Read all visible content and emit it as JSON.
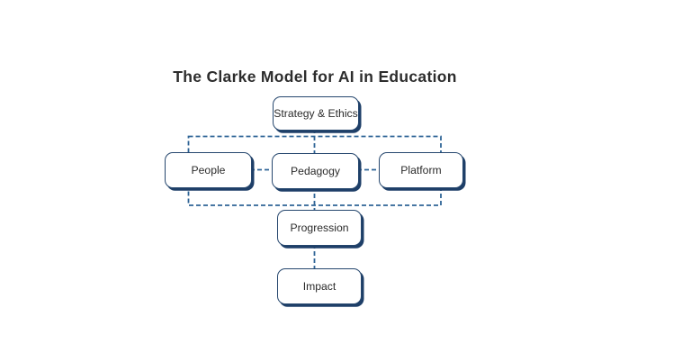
{
  "title": "The Clarke Model for AI in Education",
  "diagram": {
    "nodes": [
      {
        "id": "strategy",
        "label": "Strategy & Ethics"
      },
      {
        "id": "people",
        "label": "People"
      },
      {
        "id": "pedagogy",
        "label": "Pedagogy"
      },
      {
        "id": "platform",
        "label": "Platform"
      },
      {
        "id": "progression",
        "label": "Progression"
      },
      {
        "id": "impact",
        "label": "Impact"
      }
    ],
    "edges": [
      {
        "from": "strategy",
        "to": "people",
        "style": "dashed"
      },
      {
        "from": "strategy",
        "to": "pedagogy",
        "style": "dashed"
      },
      {
        "from": "strategy",
        "to": "platform",
        "style": "dashed"
      },
      {
        "from": "people",
        "to": "pedagogy",
        "style": "dashed"
      },
      {
        "from": "pedagogy",
        "to": "platform",
        "style": "dashed"
      },
      {
        "from": "people",
        "to": "progression",
        "style": "dashed"
      },
      {
        "from": "pedagogy",
        "to": "progression",
        "style": "dashed"
      },
      {
        "from": "platform",
        "to": "progression",
        "style": "dashed"
      },
      {
        "from": "progression",
        "to": "impact",
        "style": "dashed"
      }
    ],
    "colors": {
      "connector": "#2e6496",
      "box_border": "#26476e",
      "box_shadow": "#1e3f68",
      "box_fill": "#ffffff",
      "node_text": "#2b2b2b",
      "title_text": "#2d2d2d"
    }
  }
}
